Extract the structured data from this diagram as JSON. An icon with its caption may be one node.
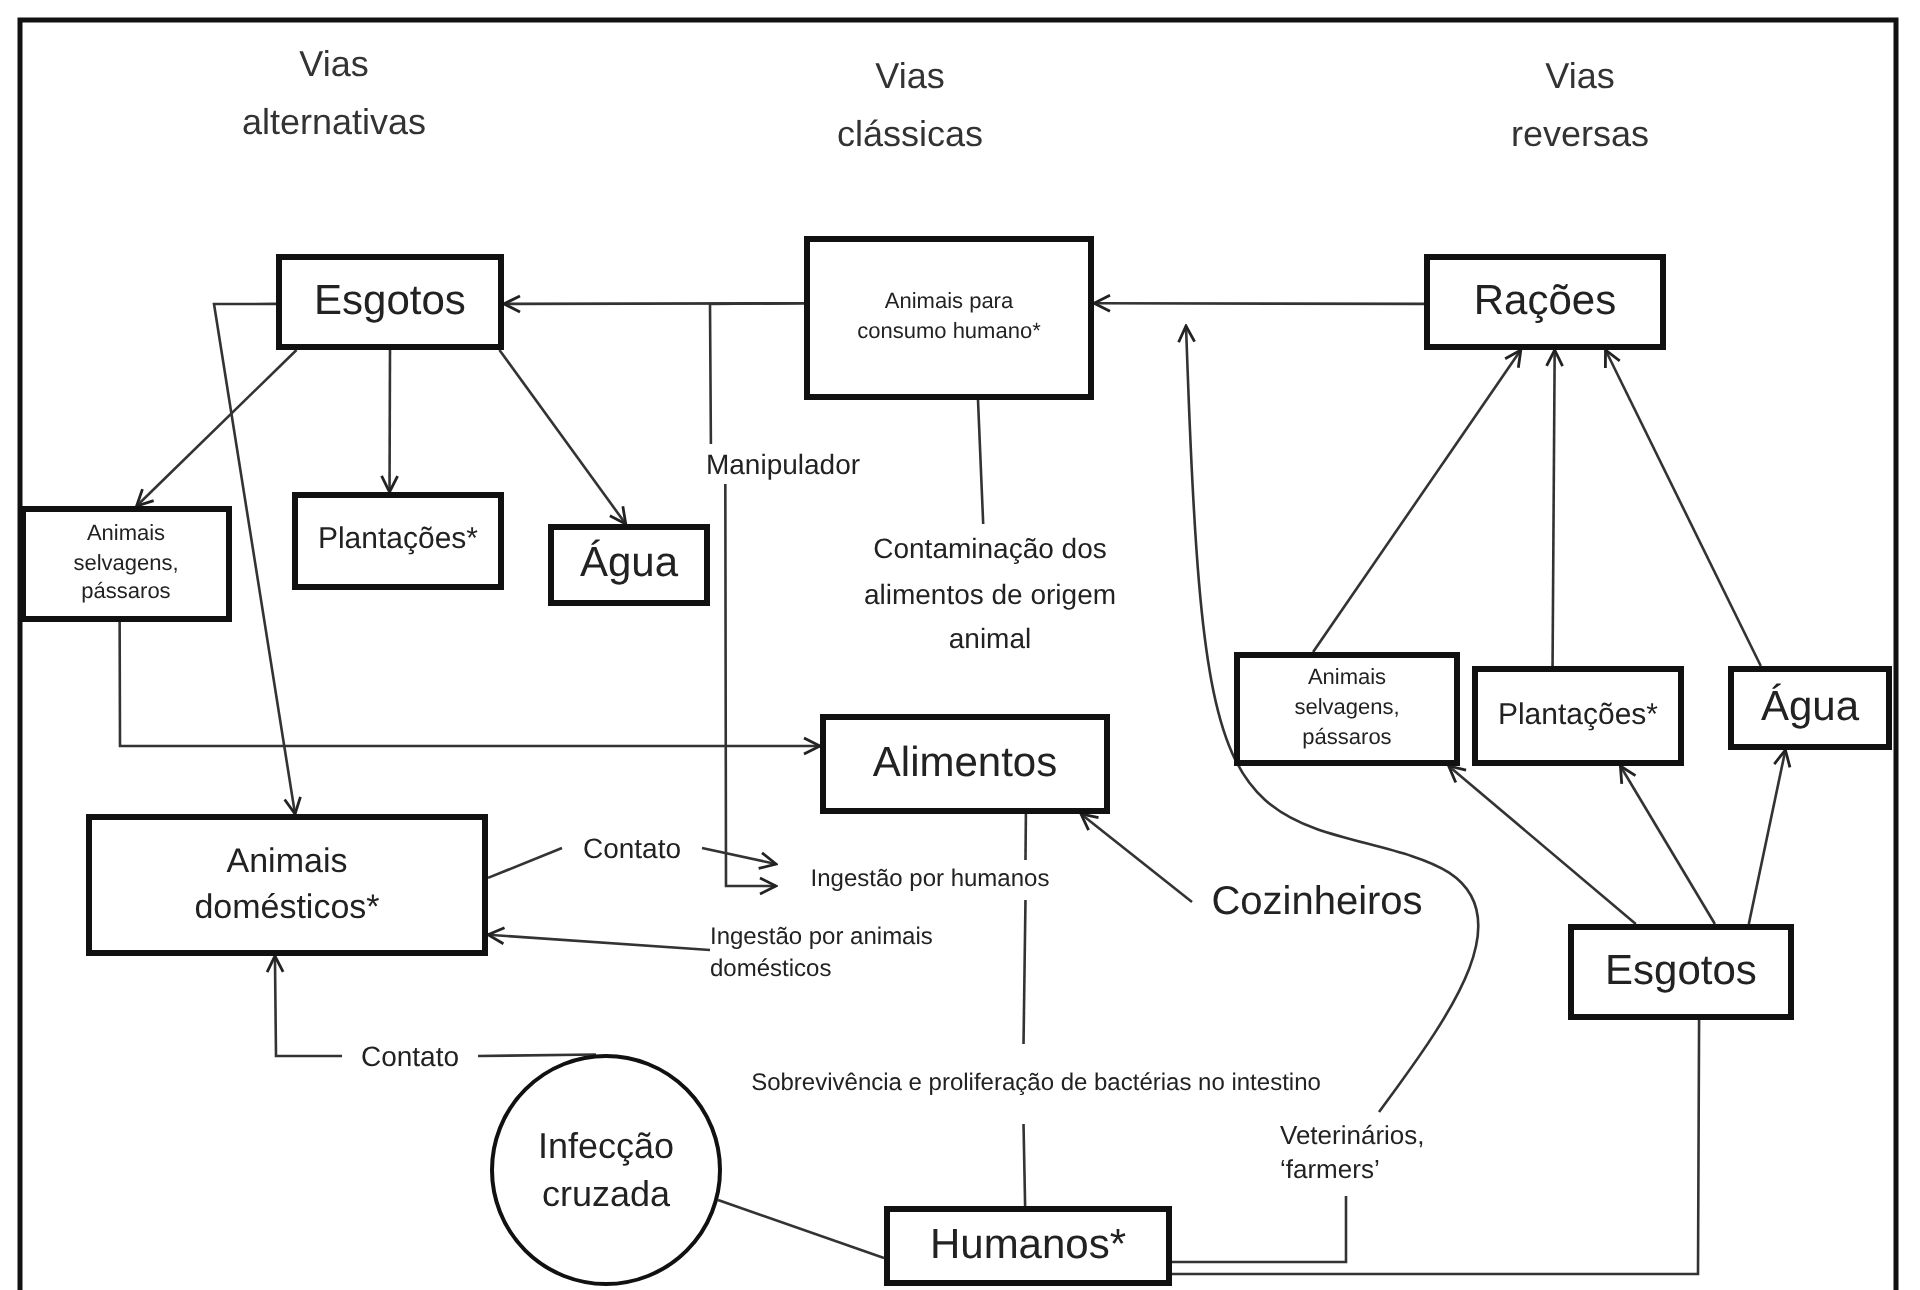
{
  "diagram": {
    "nodes": [
      {
        "text": [
          "Esgotos"
        ]
      },
      {
        "text": [
          "Animais para consumo humano*"
        ]
      },
      {
        "text": [
          "Rações"
        ]
      },
      {
        "text": [
          "Animais selvagens, pássaros"
        ]
      },
      {
        "text": [
          "Plantações*"
        ]
      },
      {
        "text": [
          "Água"
        ]
      },
      {
        "text": [
          "Manipulador"
        ]
      },
      {
        "text": [
          "Contaminação dos alimentos de origem animal"
        ]
      },
      {
        "text": [
          "Alimentos"
        ]
      },
      {
        "text": [
          "Animais selvagens, pássaros"
        ]
      },
      {
        "text": [
          "Plantações*"
        ]
      },
      {
        "text": [
          "Água"
        ]
      },
      {
        "text": [
          "Animais domésticos*"
        ]
      },
      {
        "text": [
          "Contato"
        ]
      },
      {
        "text": [
          "Ingestão por humanos"
        ]
      },
      {
        "text": [
          "Cozinheiros"
        ]
      },
      {
        "text": [
          "Esgotos"
        ]
      },
      {
        "text": [
          "Ingestão por animais domésticos"
        ]
      },
      {
        "text": [
          "Contato"
        ]
      },
      {
        "text": [
          "Sobrevivência e proliferação de bactérias no intestino"
        ]
      },
      {
        "text": [
          "Infecção cruzada"
        ]
      },
      {
        "text": [
          "Veterinários, ‘farmers’"
        ]
      },
      {
        "text": [
          "Humanos*"
        ]
      }
    ],
    "edges": [
      {
        "from": 1,
        "to": 0,
        "arrow": "to"
      },
      {
        "from": 1,
        "to": 6,
        "arrow": "none"
      },
      {
        "from": 6,
        "to": 14,
        "arrow": "to"
      },
      {
        "from": 0,
        "to": 3,
        "arrow": "to"
      },
      {
        "from": 0,
        "to": 4,
        "arrow": "to"
      },
      {
        "from": 0,
        "to": 5,
        "arrow": "to"
      },
      {
        "from": 0,
        "to": 12,
        "arrow": "to"
      },
      {
        "from": 3,
        "to": 8,
        "arrow": "to"
      },
      {
        "from": 1,
        "to": 7,
        "arrow": "none"
      },
      {
        "from": 2,
        "to": 1,
        "arrow": "to"
      },
      {
        "from": 9,
        "to": 2,
        "arrow": "to"
      },
      {
        "from": 10,
        "to": 2,
        "arrow": "to"
      },
      {
        "from": 11,
        "to": 2,
        "arrow": "to"
      },
      {
        "from": 16,
        "to": 9,
        "arrow": "to"
      },
      {
        "from": 16,
        "to": 10,
        "arrow": "to"
      },
      {
        "from": 16,
        "to": 11,
        "arrow": "to"
      },
      {
        "from": 12,
        "to": 13,
        "arrow": "none"
      },
      {
        "from": 13,
        "to": 14,
        "arrow": "to"
      },
      {
        "from": 17,
        "to": 12,
        "arrow": "to"
      },
      {
        "from": 8,
        "to": 14,
        "arrow": "none"
      },
      {
        "from": 14,
        "to": 19,
        "arrow": "none"
      },
      {
        "from": 19,
        "to": 22,
        "arrow": "none"
      },
      {
        "from": 15,
        "to": 8,
        "arrow": "to"
      },
      {
        "from": 18,
        "to": 20,
        "arrow": "none"
      },
      {
        "from": 18,
        "to": 12,
        "arrow": "to"
      },
      {
        "from": 20,
        "to": 22,
        "arrow": "none"
      },
      {
        "from": 22,
        "to": 21,
        "arrow": "none"
      },
      {
        "from": 21,
        "to": null,
        "arrow": "to"
      },
      {
        "from": 22,
        "to": 16,
        "arrow": "none"
      }
    ],
    "labels": [
      "Vias alternativas",
      "Vias clássicas",
      "Vias reversas"
    ]
  }
}
